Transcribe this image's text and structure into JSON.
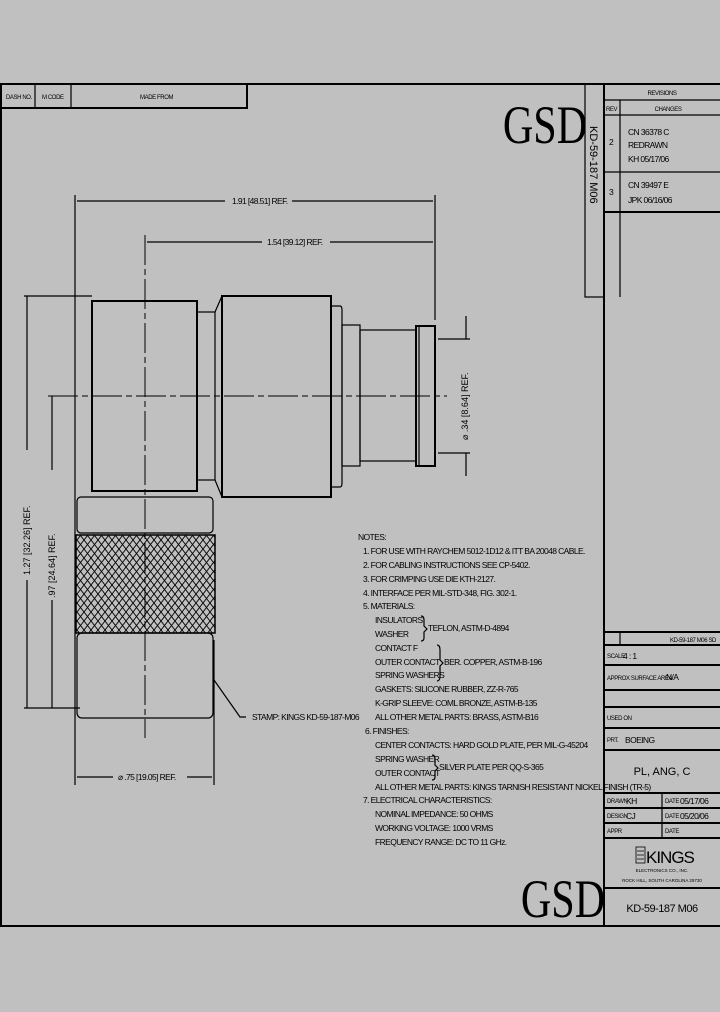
{
  "header_table": {
    "dash_no": "DASH NO.",
    "m_code": "M CODE",
    "made_from": "MADE FROM"
  },
  "logo_top": "GSD",
  "logo_bottom": "GSD",
  "side_part_number": "KD-59-187 M06",
  "revisions": {
    "title": "REVISIONS",
    "col_rev": "REV",
    "col_changes": "CHANGES",
    "rows": [
      {
        "rev": "2",
        "lines": [
          "CN 36378 C",
          "REDRAWN",
          "KH 05/17/06"
        ]
      },
      {
        "rev": "3",
        "lines": [
          "CN 39497 E",
          "JPK 06/16/06"
        ]
      }
    ]
  },
  "dimensions": {
    "overall_length": "1.91 [48.51] REF.",
    "length_from_center": "1.54 [39.12] REF.",
    "plug_diameter": "⌀ .34 [8.64] REF.",
    "overall_height": "1.27 [32.26] REF.",
    "height_from_center": ".97 [24.64] REF.",
    "nut_diameter": "⌀ .75 [19.05] REF."
  },
  "stamp_callout": "STAMP: KINGS KD-59-187-M06",
  "notes": [
    "NOTES:",
    "1. FOR USE WITH RAYCHEM 5012-1D12 & ITT BA 20048 CABLE.",
    "2. FOR CABLING INSTRUCTIONS SEE CP-5402.",
    "3. FOR CRIMPING USE DIE KTH-2127.",
    "4. INTERFACE PER MIL-STD-348, FIG. 302-1.",
    "5. MATERIALS:",
    "INSULATORS",
    "WASHER",
    "CONTACT F",
    "OUTER CONTACT",
    "SPRING WASHERS",
    "GASKETS: SILICONE RUBBER, ZZ-R-765",
    "K-GRIP SLEEVE: COML BRONZE, ASTM-B-135",
    "ALL OTHER METAL PARTS: BRASS, ASTM-B16",
    "6. FINISHES:",
    "CENTER CONTACTS: HARD GOLD PLATE, PER MIL-G-45204",
    "SPRING WASHER",
    "OUTER CONTACT",
    "ALL OTHER METAL PARTS: KINGS TARNISH RESISTANT NICKEL FINISH (TR-5)",
    "7. ELECTRICAL CHARACTERISTICS:",
    "NOMINAL IMPEDANCE: 50 OHMS",
    "WORKING VOLTAGE: 1000 VRMS",
    "FREQUENCY RANGE: DC TO 11 GHz."
  ],
  "brace_notes": {
    "teflon": "TEFLON, ASTM-D-4894",
    "copper": "BER. COPPER, ASTM-B-196",
    "silver": "SILVER PLATE PER QQ-S-365"
  },
  "title_block": {
    "drawing_ref": "KD-59-187 M06 SD",
    "scale_label": "SCALE",
    "scale_value": "4 : 1",
    "surface_label": "APPROX SURFACE AREA",
    "surface_value": "N/A",
    "used_on_label": "USED ON",
    "prt_label": "PRT.",
    "prt_value": "BOEING",
    "description": "PL, ANG, C",
    "drawn_label": "DRAWN",
    "drawn_by": "KH",
    "drawn_date_label": "DATE",
    "drawn_date": "05/17/06",
    "design_label": "DESIGN",
    "design_by": "CJ",
    "design_date_label": "DATE",
    "design_date": "05/20/06",
    "appr_label": "APPR",
    "appr_date_label": "DATE",
    "company": "KINGS",
    "company_full": "ELECTRONICS CO., INC.",
    "company_address": "ROCK HILL, SOUTH CAROLINA 29730",
    "part_number": "KD-59-187 M06"
  }
}
